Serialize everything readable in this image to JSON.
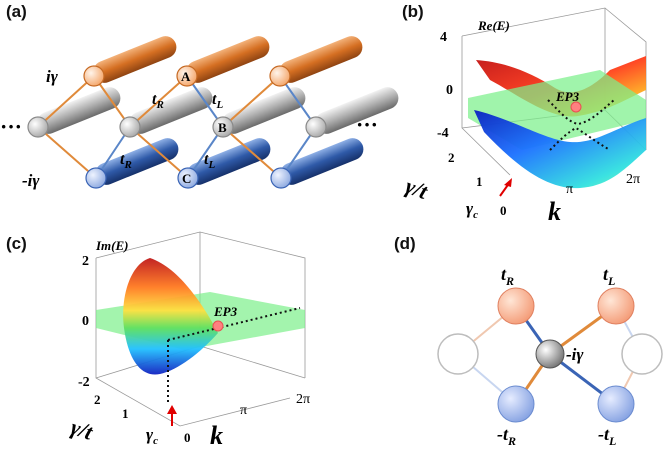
{
  "panel_a": {
    "label": "(a)",
    "gain": "iγ",
    "loss": "-iγ",
    "site_A": "A",
    "site_B": "B",
    "site_C": "C",
    "tR_top": "t",
    "tR_top_sub": "R",
    "tL_top": "t",
    "tL_top_sub": "L",
    "tR_bot": "t",
    "tR_bot_sub": "R",
    "tL_bot": "t",
    "tL_bot_sub": "L",
    "ellipsis_left": "···",
    "ellipsis_right": "···",
    "colors": {
      "gain": "#d9792e",
      "neutral": "#b5b5b5",
      "loss": "#3a64b5",
      "link_orange": "#e08a3a",
      "link_blue": "#5a86c8"
    }
  },
  "panel_b": {
    "label": "(b)",
    "zlabel": "Re(E)",
    "zticks": [
      "4",
      "0",
      "-4"
    ],
    "ep_label": "EP3",
    "ylabel_main": "γ/t",
    "yticks": [
      "2",
      "1",
      "0"
    ],
    "gamma_c": "γ",
    "gamma_c_sub": "c",
    "xlabel": "k",
    "xticks": [
      "π",
      "2π"
    ]
  },
  "panel_c": {
    "label": "(c)",
    "zlabel": "Im(E)",
    "zticks": [
      "2",
      "0",
      "-2"
    ],
    "ep_label": "EP3",
    "ylabel_main": "γ/t",
    "yticks": [
      "2",
      "1",
      "0"
    ],
    "gamma_c": "γ",
    "gamma_c_sub": "c",
    "xlabel": "k",
    "xticks": [
      "π",
      "2π"
    ]
  },
  "panel_d": {
    "label": "(d)",
    "tR": "t",
    "tR_sub": "R",
    "tL": "t",
    "tL_sub": "L",
    "center": "-iγ",
    "mtR": "-t",
    "mtR_sub": "R",
    "mtL": "-t",
    "mtL_sub": "L"
  }
}
